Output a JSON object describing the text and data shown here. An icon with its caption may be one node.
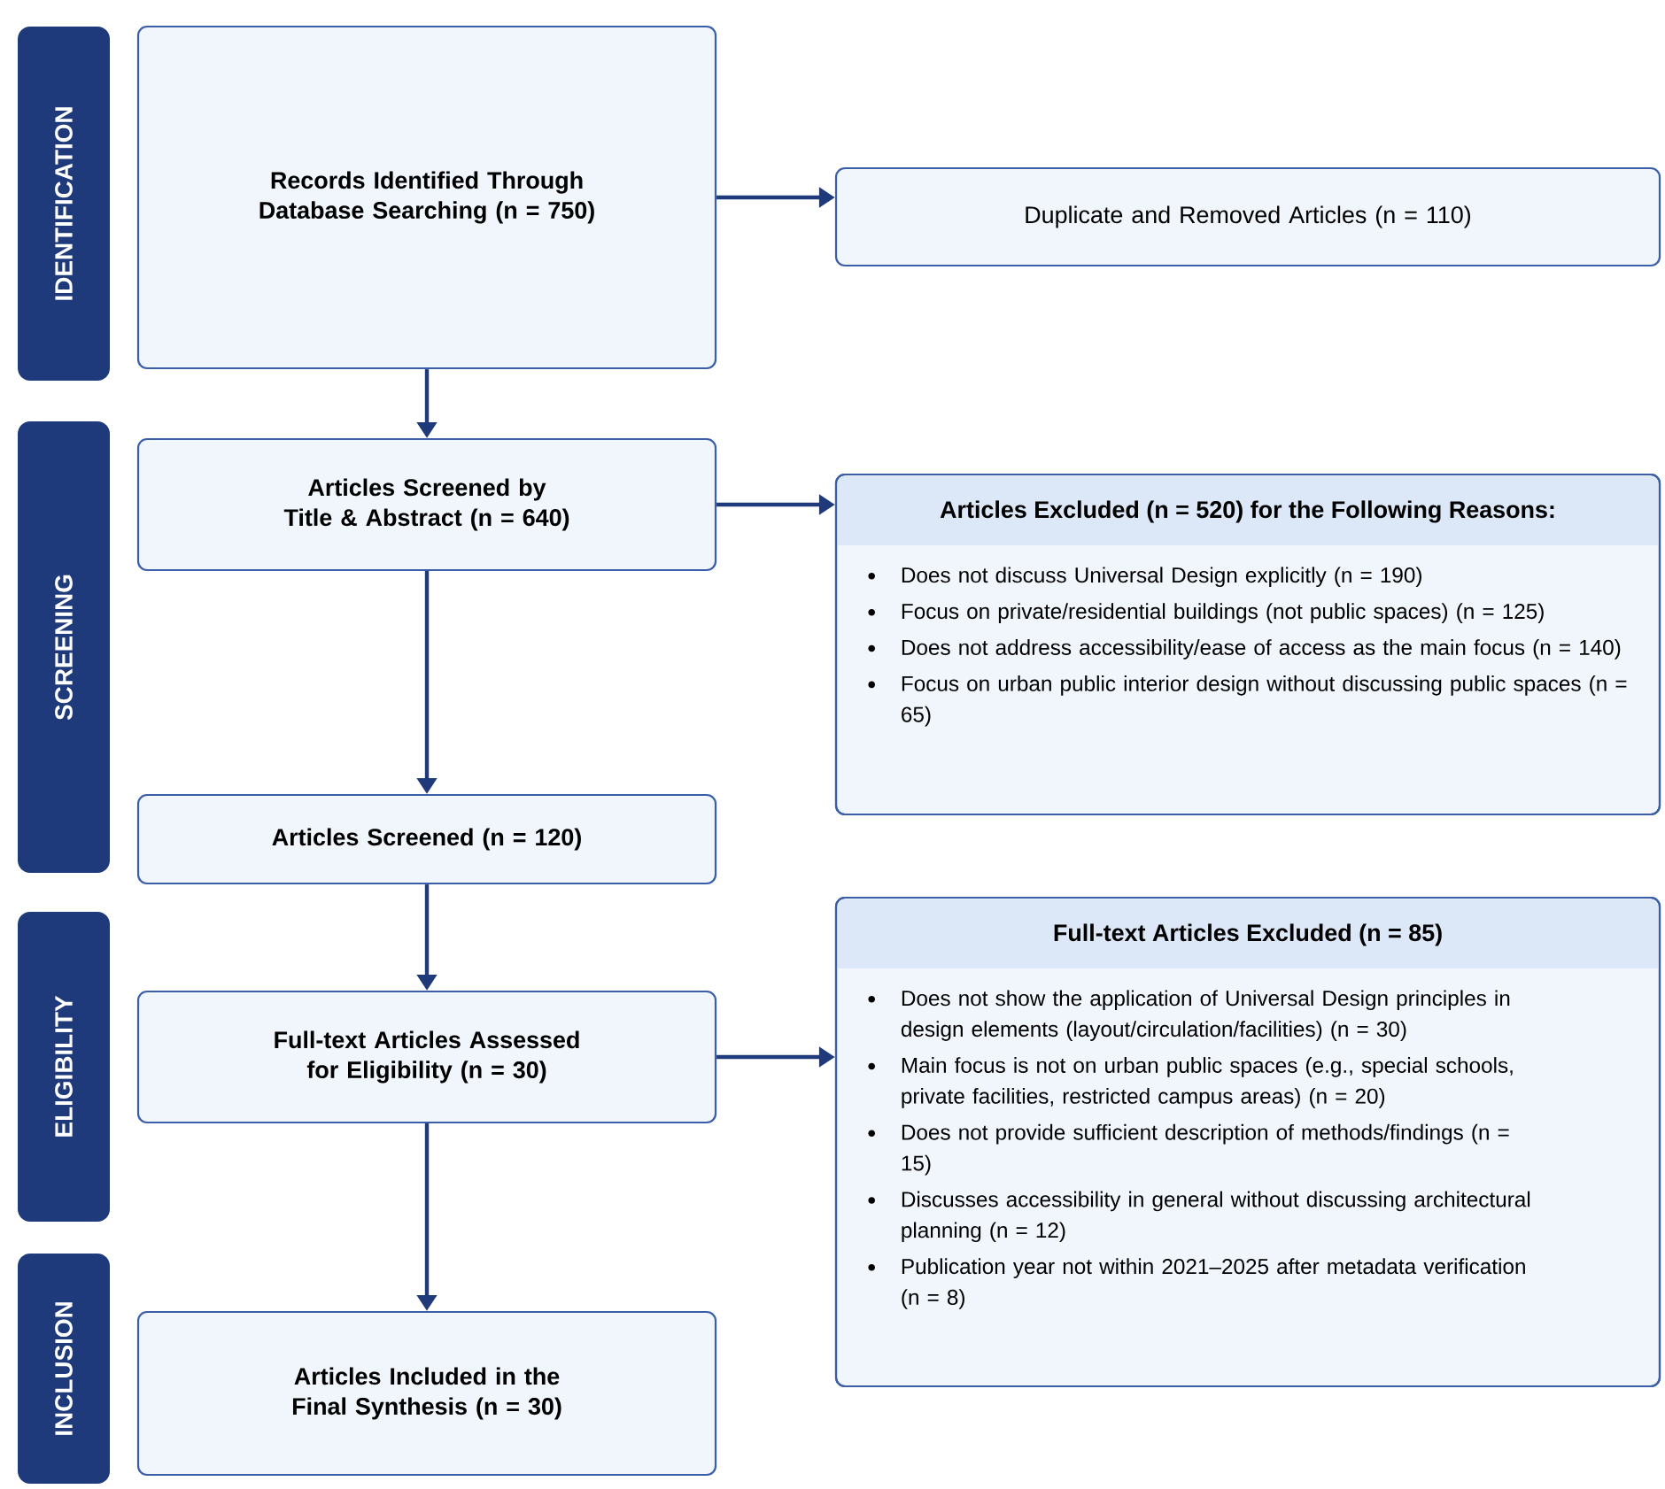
{
  "diagram": {
    "nodes": [
      {
        "text": [
          "IDENTIFICATION"
        ]
      },
      {
        "text": [
          "SCREENING"
        ]
      },
      {
        "text": [
          "ELIGIBILITY"
        ]
      },
      {
        "text": [
          "INCLUSION"
        ]
      },
      {
        "text": [
          "Records Identified Through Database Searching (n = 750)"
        ]
      },
      {
        "text": [
          "Duplicate and Removed Articles (n = 110)"
        ]
      },
      {
        "text": [
          "Articles Screened by Title & Abstract (n = 640)"
        ]
      },
      {
        "text": [
          "Articles Excluded (n = 520) for the Following Reasons:",
          "Does not discuss Universal Design explicitly (n = 190)",
          "Focus on private/residential buildings (not public spaces) (n = 125)",
          "Does not address accessibility/ease of access as the main focus (n = 140)",
          "Focus on urban public interior design without discussing public spaces (n = 65)"
        ]
      },
      {
        "text": [
          "Articles Screened (n = 120)"
        ]
      },
      {
        "text": [
          "Full-text Articles Assessed for Eligibility (n = 30)"
        ]
      },
      {
        "text": [
          "Full-text Articles Excluded (n = 85)",
          "Does not show the application of Universal Design principles in design elements (layout/circulation/facilities) (n = 30)",
          "Main focus is not on urban public spaces (e.g., special schools, private facilities, restricted campus areas) (n = 20)",
          "Does not provide sufficient description of methods/findings (n = 15)",
          "Discusses accessibility in general without discussing architectural planning (n = 12)",
          "Publication year not within 2021–2025 after metadata verification (n = 8)"
        ]
      },
      {
        "text": [
          "Articles Included in the Final Synthesis (n = 30)"
        ]
      }
    ],
    "edges": [
      {
        "from": 4,
        "to": 5,
        "arrow": "to"
      },
      {
        "from": 4,
        "to": 6,
        "arrow": "to"
      },
      {
        "from": 6,
        "to": 7,
        "arrow": "to"
      },
      {
        "from": 6,
        "to": 8,
        "arrow": "to"
      },
      {
        "from": 8,
        "to": 9,
        "arrow": "to"
      },
      {
        "from": 9,
        "to": 10,
        "arrow": "to"
      },
      {
        "from": 9,
        "to": 11,
        "arrow": "to"
      }
    ]
  }
}
